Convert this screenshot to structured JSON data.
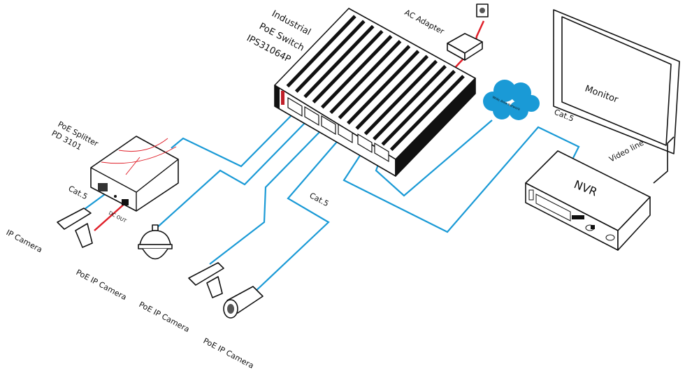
{
  "labels": {
    "switch_line1": "Industrial",
    "switch_line2": "PoE Switch",
    "switch_line3": "IPS31064P",
    "ac_adapter": "AC Adapter",
    "splitter_line1": "PoE Splitter",
    "splitter_line2": "PD 3101",
    "cat5_splitter": "Cat.5",
    "dc_out": "DC OUT",
    "ip_camera": "IP Camera",
    "poe_camera_1": "PoE IP Camera",
    "poe_camera_2": "PoE IP Camera",
    "poe_camera_3": "PoE IP Camera",
    "cat5_middle": "Cat.5",
    "cat5_nvr": "Cat.5",
    "cloud": "Wide Area Network",
    "monitor": "Monitor",
    "video_line": "Video line",
    "nvr": "NVR"
  },
  "colors": {
    "cable": "#1a9ad6",
    "power": "#e0202a",
    "cloud": "#1a9ad6"
  }
}
